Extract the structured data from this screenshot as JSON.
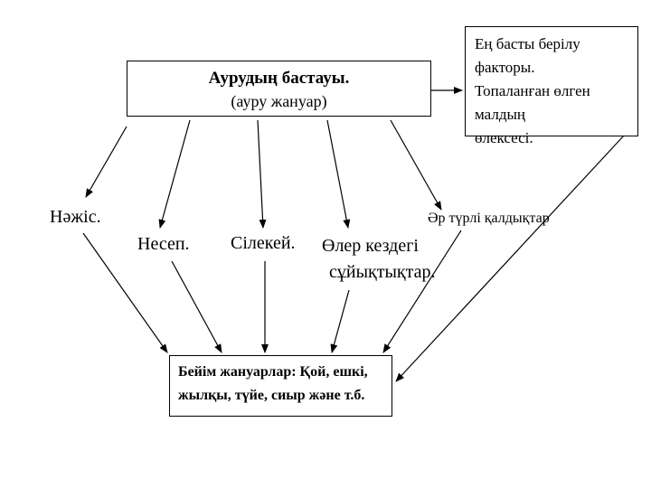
{
  "source": {
    "title": "Аурудың бастауы.",
    "subtitle": "(ауру жануар)"
  },
  "factors": {
    "line1": "Ең басты берілу факторы.",
    "line2": "Топаланған өлген малдың",
    "line3": "өлексесі."
  },
  "transmission": [
    {
      "label": "Нәжіс."
    },
    {
      "label": "Несеп."
    },
    {
      "label": "Сілекей."
    },
    {
      "label_line1": "Өлер кездегі",
      "label_line2": "сұйықтықтар."
    },
    {
      "label": "Әр түрлі қалдықтар"
    }
  ],
  "target": {
    "line1": "Бейім жануарлар: Қой, ешкі,",
    "line2": "жылқы, түйе, сиыр және т.б."
  }
}
